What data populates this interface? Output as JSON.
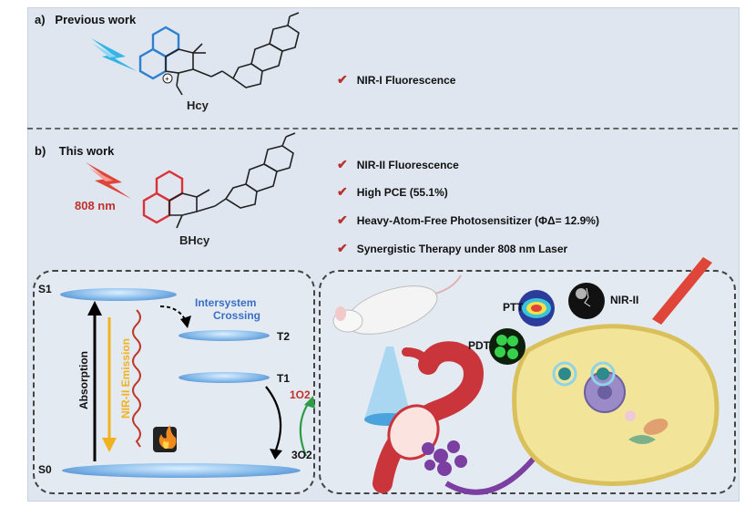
{
  "panel_a": {
    "label": "a)",
    "title": "Previous work",
    "compound": "Hcy",
    "features": [
      "NIR-I Fluorescence"
    ]
  },
  "panel_b": {
    "label": "b)",
    "title": "This work",
    "laser": "808 nm",
    "compound": "BHcy",
    "features": [
      "NIR-II Fluorescence",
      "High PCE (55.1%)",
      "Heavy-Atom-Free Photosensitizer (ΦΔ= 12.9%)",
      "Synergistic Therapy under 808 nm Laser"
    ]
  },
  "jablonski": {
    "s1": "S1",
    "s0": "S0",
    "t2": "T2",
    "t1": "T1",
    "isc_line1": "Intersystem",
    "isc_line2": "Crossing",
    "absorption": "Absorption",
    "emission": "NIR-II Emission",
    "singlet_oxygen": "1O2",
    "triplet_oxygen": "3O2"
  },
  "therapy": {
    "ptt": "PTT",
    "pdt": "PDT",
    "nir2": "NIR-II"
  },
  "colors": {
    "check": "#b8322e",
    "blue_text": "#3a6fc4",
    "red_laser": "#e0453a",
    "hcy_ring": "#2f7fd0",
    "bhcy_ring": "#d9333a"
  },
  "icons": [
    "lightning-bolt-icon",
    "check-icon",
    "fire-icon",
    "laser-cone-icon",
    "cell-icon",
    "mouse-icon"
  ]
}
